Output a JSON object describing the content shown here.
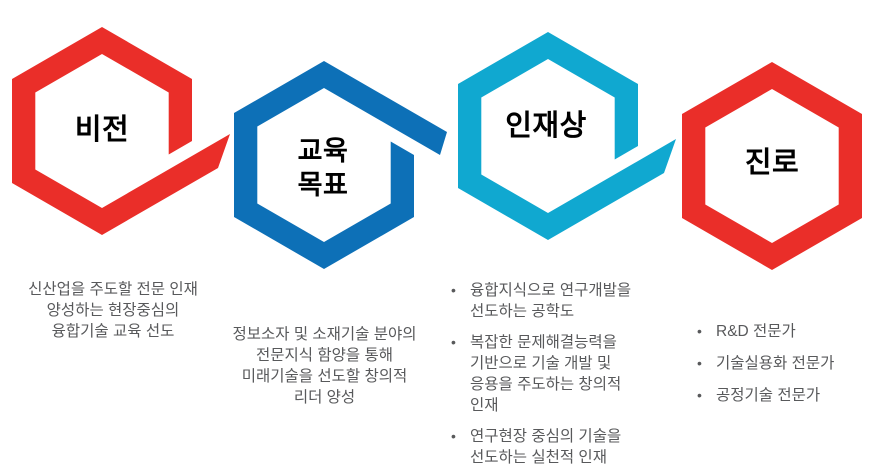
{
  "diagram": {
    "background": "#ffffff",
    "body_text_color": "#58595b",
    "label_text_color": "#000000",
    "sections": [
      {
        "id": "vision",
        "label": "비전",
        "color": "#ea2e29",
        "description": "신산업을 주도할 전문 인재\n양성하는 현장중심의\n융합기술 교육 선도"
      },
      {
        "id": "education-goals",
        "label": "교육\n목표",
        "color": "#0d70b7",
        "description": "정보소자 및 소재기술 분야의\n전문지식 함양을 통해\n미래기술을 선도할 창의적\n리더 양성"
      },
      {
        "id": "talent-profile",
        "label": "인재상",
        "color": "#10a8d0",
        "items": [
          "융합지식으로 연구개발을\n선도하는 공학도",
          "복잡한 문제해결능력을\n기반으로 기술 개발 및\n응용을 주도하는 창의적\n인재",
          "연구현장 중심의 기술을\n선도하는 실천적 인재"
        ]
      },
      {
        "id": "career",
        "label": "진로",
        "color": "#ea2e29",
        "items": [
          "R&D 전문가",
          "기술실용화 전문가",
          "공정기술 전문가"
        ]
      }
    ]
  }
}
